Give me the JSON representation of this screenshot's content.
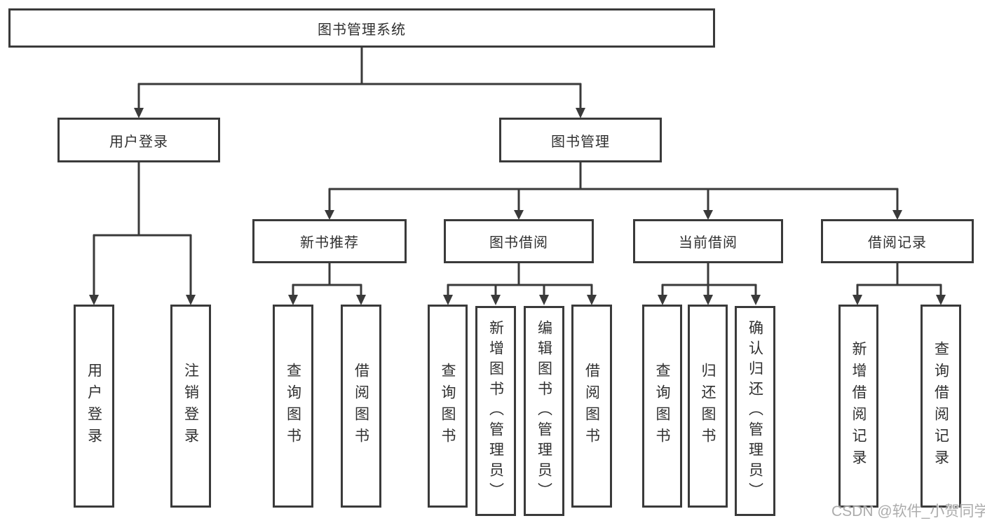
{
  "boxes": {
    "root": "图书管理系统",
    "l2": [
      "用户登录",
      "图书管理"
    ],
    "l3": [
      "新书推荐",
      "图书借阅",
      "当前借阅",
      "借阅记录"
    ],
    "l4": [
      "用户登录",
      "注销登录",
      "查询图书",
      "借阅图书",
      "查询图书",
      "新增图书（管理员）",
      "编辑图书（管理员）",
      "借阅图书",
      "查询图书",
      "归还图书",
      "确认归还（管理员）",
      "新增借阅记录",
      "查询借阅记录"
    ]
  },
  "watermark": "CSDN @软件_小贺同学",
  "colors": {
    "line": "#3a3a3a",
    "text": "#303030",
    "watermark": "#9e9e9e",
    "background": "#ffffff"
  }
}
